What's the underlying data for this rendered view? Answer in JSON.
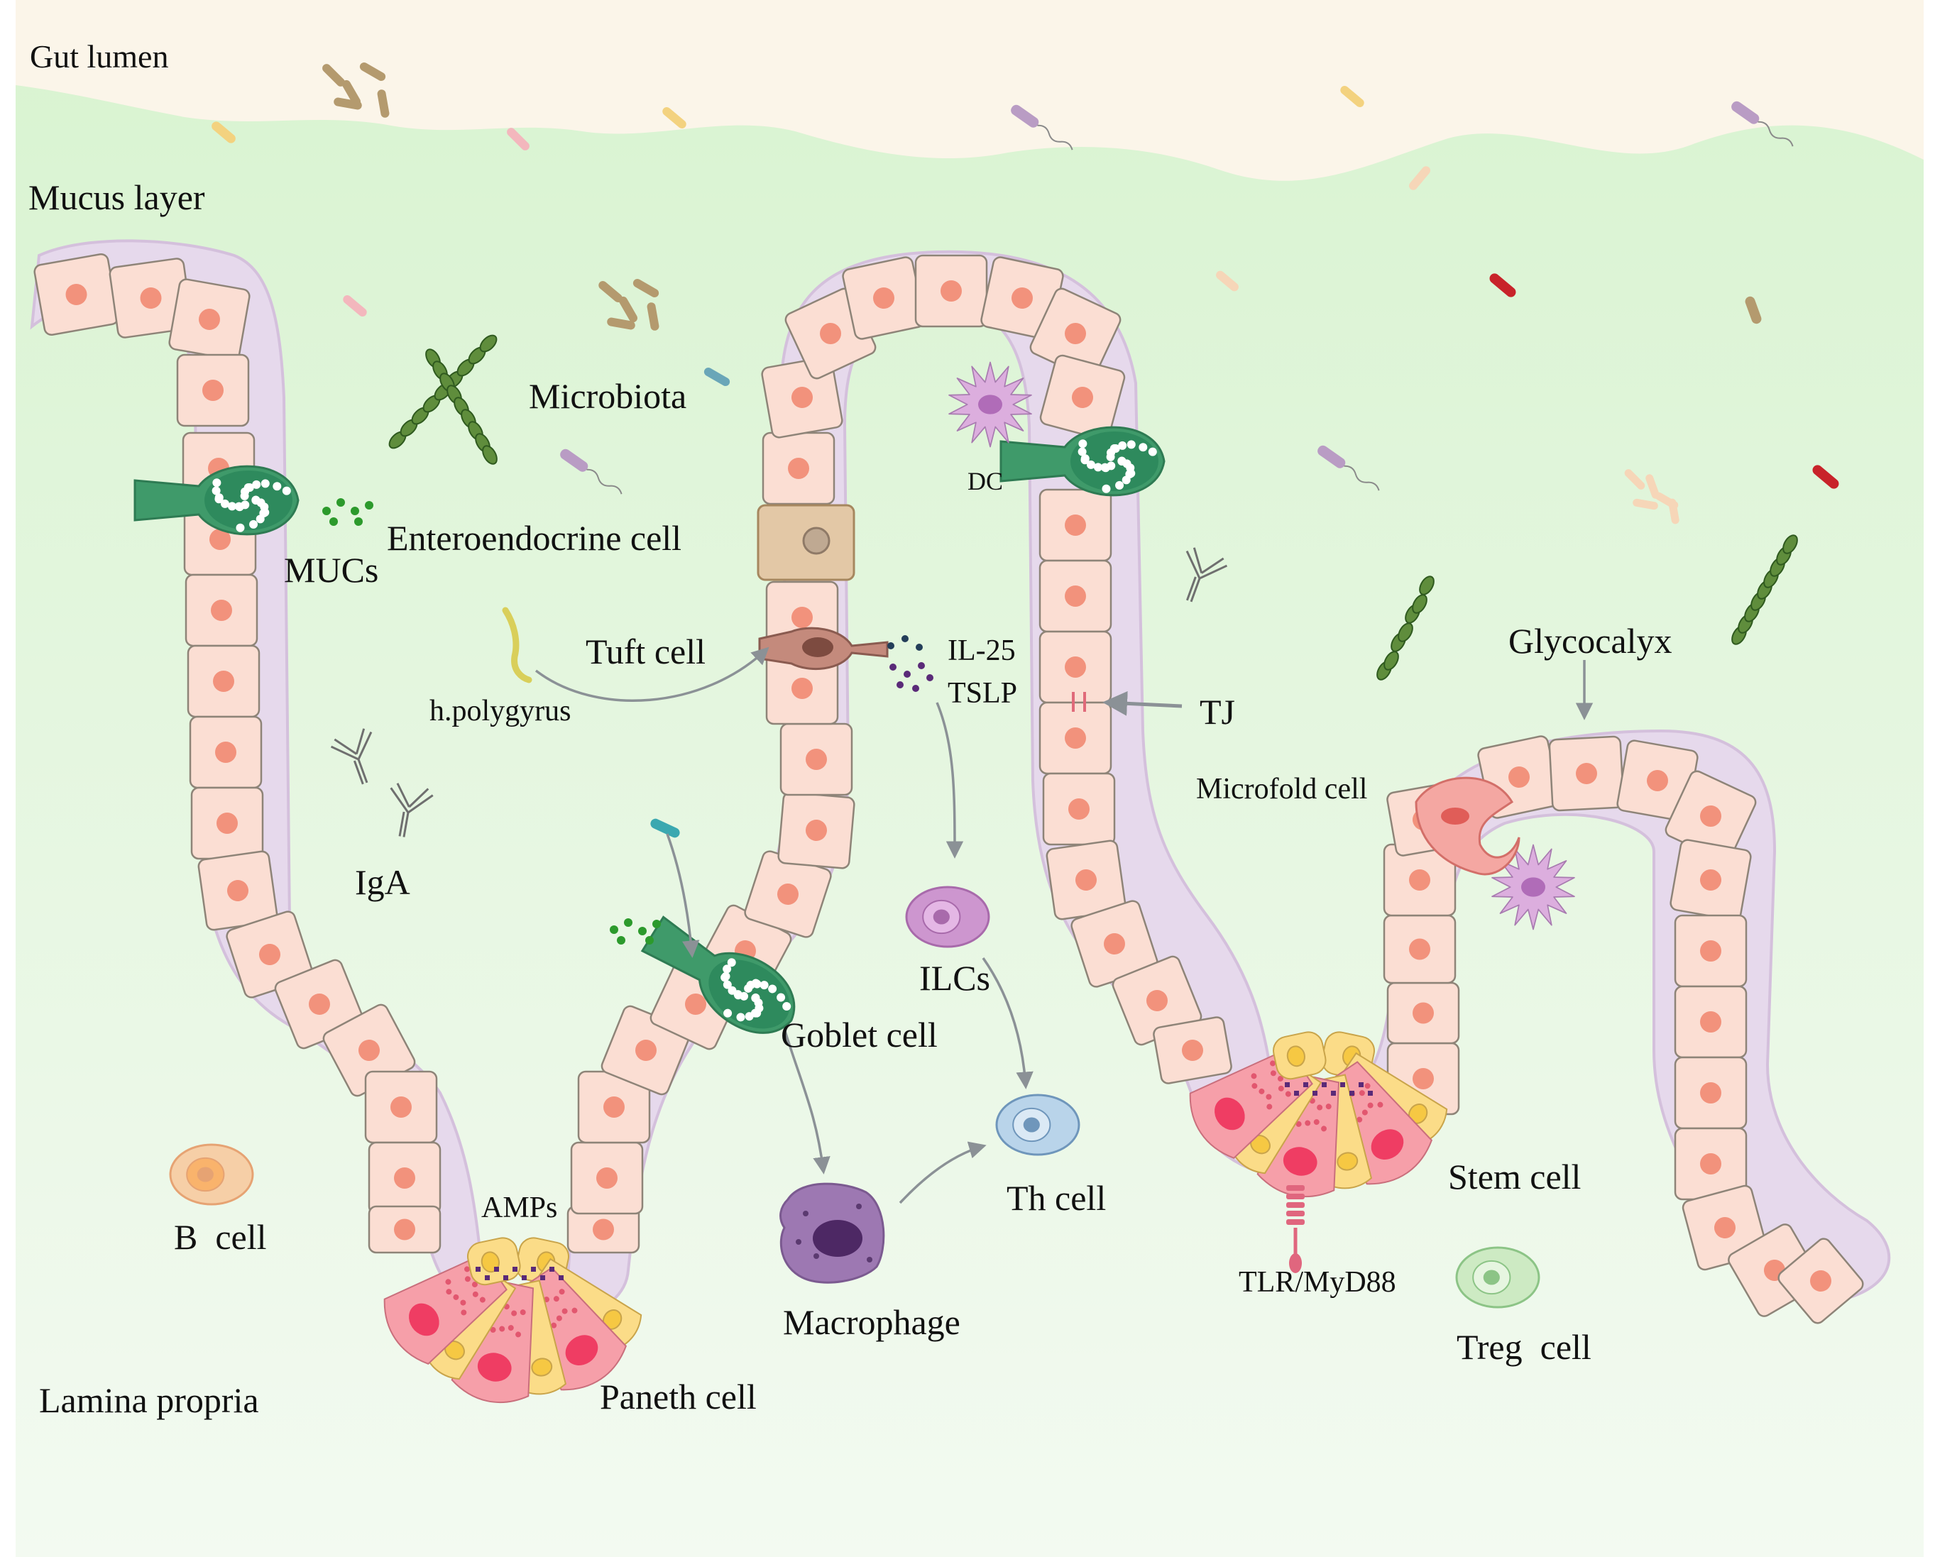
{
  "labels": {
    "gut_lumen": "Gut lumen",
    "mucus_layer": "Mucus layer",
    "microbiota": "Microbiota",
    "mucs": "MUCs",
    "enteroendocrine_cell": "Enteroendocrine cell",
    "tuft_cell": "Tuft cell",
    "h_polygyrus": "h.polygyrus",
    "il25": "IL-25",
    "tslp": "TSLP",
    "dc": "DC",
    "tj": "TJ",
    "glycocalyx": "Glycocalyx",
    "microfold_cell": "Microfold cell",
    "iga": "IgA",
    "ilcs": "ILCs",
    "goblet_cell": "Goblet cell",
    "th_cell": "Th cell",
    "b_cell": "B  cell",
    "amps": "AMPs",
    "macrophage": "Macrophage",
    "paneth_cell": "Paneth cell",
    "lamina_propria": "Lamina propria",
    "stem_cell": "Stem cell",
    "tlr_myd88": "TLR/MyD88",
    "treg_cell": "Treg  cell"
  },
  "colors": {
    "lumen": "#fbf5e9",
    "mucus": "#dff5d7",
    "lamina_propria": "#eef8ea",
    "glycocalyx": "#e6d9ec",
    "epithelial_cell": "#fbded3",
    "nucleus": "#f2927c",
    "goblet_cell": "#3f9a6a",
    "enteroendocrine_cell": "#e3c8a6",
    "tuft_cell": "#c48a7c",
    "paneth_cell": "#f69fa9",
    "stem_cell": "#fbdc88",
    "dendritic_cell": "#dcaede",
    "macrophage": "#9d78b2",
    "ilc": "#cd96cf",
    "th_cell": "#b9d4ea",
    "b_cell": "#f6cfa7",
    "treg_cell": "#cdeac3",
    "arrow": "#8b9196"
  }
}
